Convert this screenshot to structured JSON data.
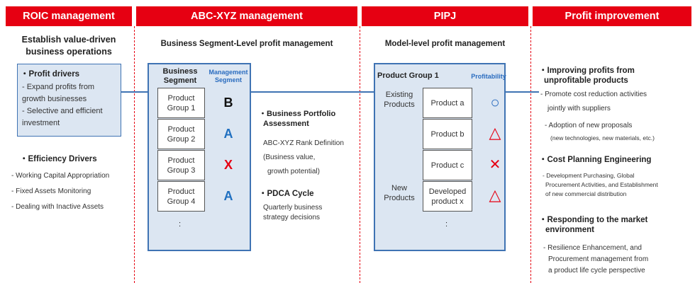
{
  "headers": [
    "ROIC management",
    "ABC-XYZ management",
    "PIPJ",
    "Profit improvement"
  ],
  "colors": {
    "header_red": "#e60012",
    "connector_blue": "#3f73b3",
    "panel_fill": "#dce6f2",
    "rank_blue": "#1f6fc0",
    "rank_red": "#e60012",
    "rank_black": "#111111"
  },
  "roic": {
    "title_line1": "Establish value-driven",
    "title_line2": "business operations",
    "profit_drivers_title": "・Profit drivers",
    "profit_driver_items": [
      "- Expand profits from",
      "growth businesses",
      "- Selective and efficient",
      "investment"
    ],
    "efficiency_title": "・Efficiency Drivers",
    "efficiency_items": [
      "- Working Capital Appropriation",
      "- Fixed Assets Monitoring",
      "- Dealing with Inactive Assets"
    ]
  },
  "abc": {
    "title": "Business Segment-Level profit management",
    "col1_line1": "Business",
    "col1_line2": "Segment",
    "col2_line1": "Management",
    "col2_line2": "Segment",
    "rows": [
      {
        "l1": "Product",
        "l2": "Group 1",
        "rank": "B"
      },
      {
        "l1": "Product",
        "l2": "Group 2",
        "rank": "A"
      },
      {
        "l1": "Product",
        "l2": "Group 3",
        "rank": "X"
      },
      {
        "l1": "Product",
        "l2": "Group 4",
        "rank": "A"
      }
    ],
    "ellipsis": ":",
    "bpa_title_line1": "・Business Portfolio",
    "bpa_title_line2": "Assessment",
    "bpa_items": [
      "ABC-XYZ Rank Definition",
      "(Business value,",
      "growth potential)"
    ],
    "pdca_title": "・PDCA Cycle",
    "pdca_items": [
      "Quarterly business",
      "strategy decisions"
    ]
  },
  "pipj": {
    "title": "Model-level profit management",
    "group_title": "Product Group 1",
    "profitability_label": "Profitability",
    "existing_line1": "Existing",
    "existing_line2": "Products",
    "new_line1": "New",
    "new_line2": "Products",
    "products": [
      {
        "l1": "Product a",
        "l2": "",
        "symbol": "○"
      },
      {
        "l1": "Product b",
        "l2": "",
        "symbol": "△"
      },
      {
        "l1": "Product c",
        "l2": "",
        "symbol": "✕"
      },
      {
        "l1": "Developed",
        "l2": "product x",
        "symbol": "△"
      }
    ],
    "ellipsis": ":"
  },
  "profit": {
    "s1_title_line1": "・Improving profits from",
    "s1_title_line2": "unprofitable products",
    "s1_items": [
      "- Promote cost reduction activities",
      "jointly with suppliers",
      "- Adoption of new proposals",
      "(new technologies, new materials, etc.)"
    ],
    "s2_title": "・Cost Planning Engineering",
    "s2_items": [
      "- Development Purchasing, Global",
      "Procurement Activities, and Establishment",
      "of new commercial distribution"
    ],
    "s3_title_line1": "・Responding to the market",
    "s3_title_line2": "environment",
    "s3_items": [
      "- Resilience Enhancement, and",
      "Procurement management from",
      "a product life cycle perspective"
    ]
  }
}
